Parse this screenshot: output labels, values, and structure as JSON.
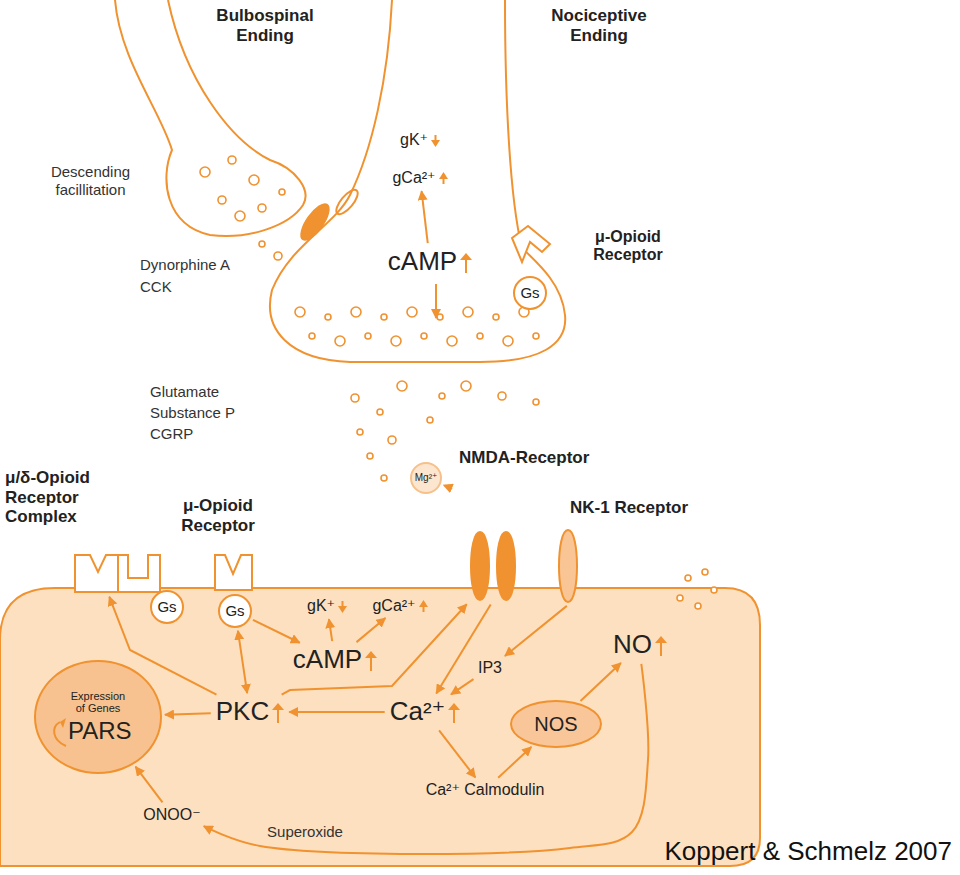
{
  "diagram": {
    "nodes": [
      {
        "text": [
          "Bulbospinal Ending"
        ]
      },
      {
        "text": [
          "Nociceptive Ending"
        ]
      },
      {
        "text": [
          "gK⁺"
        ],
        "in": 1
      },
      {
        "text": [
          "gCa²⁺"
        ],
        "in": 1
      },
      {
        "text": [
          "cAMP"
        ],
        "in": 1
      },
      {
        "text": [
          "μ-Opioid Receptor"
        ],
        "in": 1
      },
      {
        "text": [
          "Gs"
        ],
        "in": 1
      },
      {
        "text": [
          "μ/δ-Opioid Receptor Complex"
        ]
      },
      {
        "text": [
          "Gs"
        ]
      },
      {
        "text": [
          "μ-Opioid Receptor"
        ]
      },
      {
        "text": [
          "Gs"
        ]
      },
      {
        "text": [
          "gK⁺"
        ]
      },
      {
        "text": [
          "gCa²⁺"
        ]
      },
      {
        "text": [
          "cAMP"
        ]
      },
      {
        "text": [
          "NMDA-Receptor"
        ]
      },
      {
        "text": [
          "Mg²⁺"
        ]
      },
      {
        "text": [
          "NK-1 Receptor"
        ]
      },
      {
        "text": [
          "NO"
        ]
      },
      {
        "text": [
          "IP3"
        ]
      },
      {
        "text": [
          "NOS"
        ]
      },
      {
        "text": [
          "Ca²⁺"
        ]
      },
      {
        "text": [
          "PKC"
        ]
      },
      {
        "text": [
          "Expression of Genes",
          "PARS"
        ]
      },
      {
        "text": [
          "Ca²⁺ Calmodulin"
        ]
      },
      {
        "text": [
          "ONOO⁻"
        ]
      }
    ],
    "edges": [
      {
        "from": 4,
        "to": 3,
        "arrow": "to"
      },
      {
        "from": 21,
        "to": 7,
        "arrow": "to"
      },
      {
        "from": 21,
        "to": 10,
        "arrow": "both"
      },
      {
        "from": 10,
        "to": 13,
        "arrow": "to"
      },
      {
        "from": 13,
        "to": 11,
        "arrow": "to"
      },
      {
        "from": 13,
        "to": 12,
        "arrow": "to"
      },
      {
        "from": 21,
        "to": 14,
        "arrow": "to"
      },
      {
        "from": 14,
        "to": 15,
        "arrow": "to"
      },
      {
        "from": 14,
        "to": 20,
        "arrow": "to"
      },
      {
        "from": 16,
        "to": 18,
        "arrow": "to"
      },
      {
        "from": 18,
        "to": 20,
        "arrow": "to"
      },
      {
        "from": 20,
        "to": 21,
        "arrow": "to"
      },
      {
        "from": 20,
        "to": 23,
        "arrow": "to"
      },
      {
        "from": 23,
        "to": 19,
        "arrow": "to"
      },
      {
        "from": 19,
        "to": 17,
        "arrow": "to"
      },
      {
        "from": 17,
        "to": 24,
        "label": "Superoxide",
        "arrow": "to"
      },
      {
        "from": 24,
        "to": 22,
        "arrow": "to"
      },
      {
        "from": 21,
        "to": 22,
        "arrow": "to"
      }
    ],
    "labels": [
      "Descending facillitation",
      "Dynorphine A",
      "CCK",
      "Glutamate",
      "Substance P",
      "CGRP",
      "Koppert & Schmelz 2007"
    ]
  }
}
